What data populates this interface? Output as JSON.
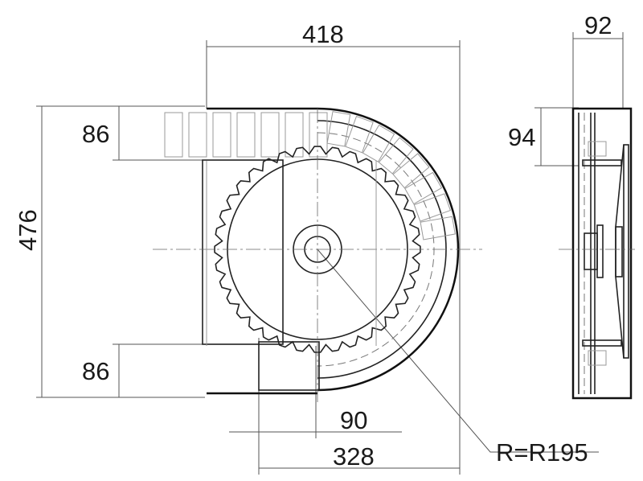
{
  "drawing": {
    "dimensions": {
      "overall_width": "418",
      "side_width": "92",
      "top_chain_height": "86",
      "overall_height": "476",
      "side_top_height": "94",
      "bottom_chain_height": "86",
      "offset": "90",
      "lower_width": "328",
      "radius": "R=R195"
    },
    "colors": {
      "line": "#111111",
      "dimension": "#555555",
      "hidden": "#999999"
    }
  }
}
